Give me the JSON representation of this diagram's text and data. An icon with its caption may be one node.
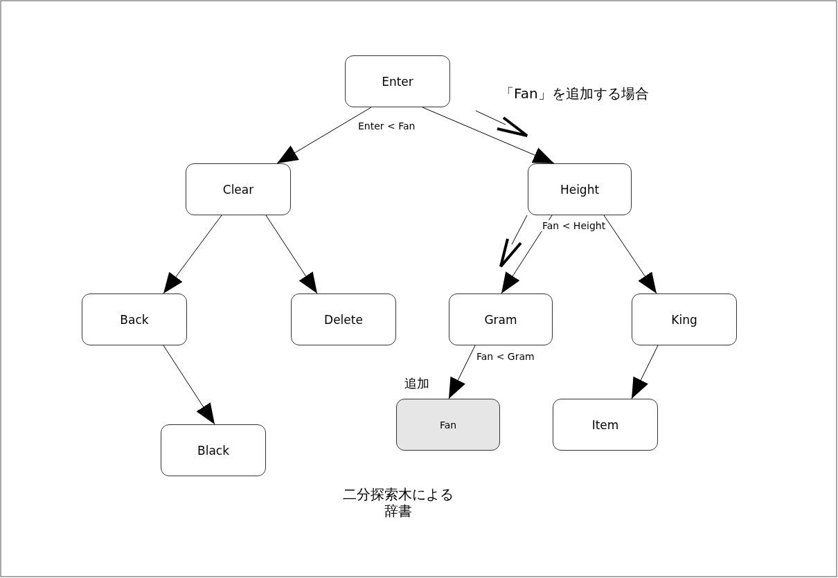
{
  "diagram": {
    "caption": "二分探索木による辞書",
    "nodes": [
      {
        "text": [
          "Enter"
        ]
      },
      {
        "text": [
          "Clear"
        ]
      },
      {
        "text": [
          "Height"
        ]
      },
      {
        "text": [
          "Back"
        ]
      },
      {
        "text": [
          "Delete"
        ]
      },
      {
        "text": [
          "Gram"
        ]
      },
      {
        "text": [
          "King"
        ]
      },
      {
        "text": [
          "Black"
        ]
      },
      {
        "text": [
          "Fan"
        ]
      },
      {
        "text": [
          "Item"
        ]
      }
    ],
    "edges": [
      {
        "from": 0,
        "to": 1,
        "arrow": "to"
      },
      {
        "from": 0,
        "to": 2,
        "arrow": "to",
        "label": "Enter < Fan"
      },
      {
        "from": 1,
        "to": 3,
        "arrow": "to"
      },
      {
        "from": 1,
        "to": 4,
        "arrow": "to"
      },
      {
        "from": 2,
        "to": 5,
        "arrow": "to",
        "label": "Fan < Height"
      },
      {
        "from": 2,
        "to": 6,
        "arrow": "to"
      },
      {
        "from": 3,
        "to": 7,
        "arrow": "to"
      },
      {
        "from": 5,
        "to": 8,
        "arrow": "to",
        "label": "Fan < Gram"
      },
      {
        "from": 6,
        "to": 9,
        "arrow": "to"
      }
    ],
    "labels": [
      "「Fan」を追加する場合",
      "追加"
    ]
  }
}
